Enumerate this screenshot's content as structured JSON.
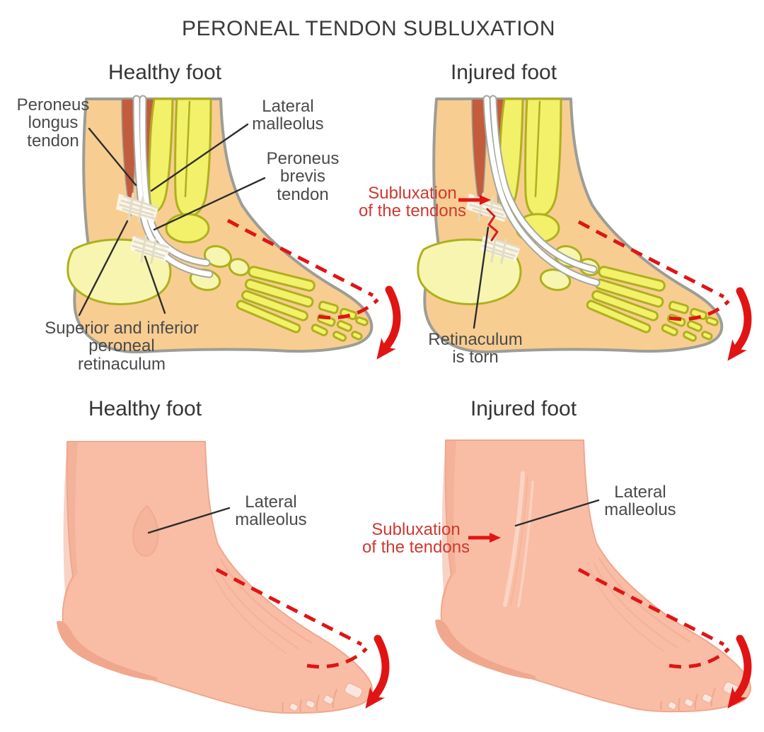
{
  "title": "PERONEAL TENDON SUBLUXATION",
  "colors": {
    "ink": "#3a3a3a",
    "label": "#4a4a4a",
    "red": "#e11414",
    "redLabel": "#cd3a30",
    "skin": "#f8cd92",
    "skinOutline": "#9d9d96",
    "bone": "#f3f06a",
    "bonePale": "#f7f5b0",
    "boneOutline": "#aeb01d",
    "muscle": "#c25c3d",
    "tendon": "#ffffff",
    "tendonOutline": "#a6a69e",
    "pink": "#f9bda6",
    "pinkShade": "#f0a78e",
    "pinkLight": "#fbd5c6",
    "nail": "#fae6dc"
  },
  "panels": {
    "top_left": {
      "heading": "Healthy foot"
    },
    "top_right": {
      "heading": "Injured foot"
    },
    "bottom_left": {
      "heading": "Healthy foot"
    },
    "bottom_right": {
      "heading": "Injured foot"
    }
  },
  "labels": {
    "peroneus_longus": "Peroneus\nlongus\ntendon",
    "lateral_malleolus_top": "Lateral\nmalleolus",
    "peroneus_brevis": "Peroneus\nbrevis\ntendon",
    "peroneal_retinaculum": "Superior and inferior\nperoneal\nretinaculum",
    "subluxation_top": "Subluxation\nof the tendons",
    "retinaculum_torn": "Retinaculum\nis torn",
    "lateral_malleolus_bottom_left": "Lateral\nmalleolus",
    "subluxation_bottom": "Subluxation\nof the tendons",
    "lateral_malleolus_bottom_right": "Lateral\nmalleolus"
  }
}
